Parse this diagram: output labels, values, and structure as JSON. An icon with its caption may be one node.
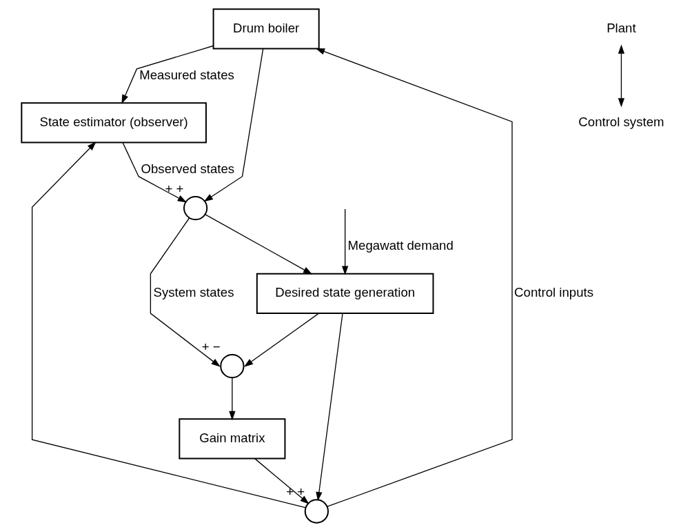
{
  "diagram": {
    "nodes": [
      {
        "text": [
          "Drum boiler"
        ]
      },
      {
        "text": [
          "State estimator (observer)"
        ]
      },
      {
        "text": [],
        "shape": "circle",
        "beside": [
          "+",
          "+"
        ]
      },
      {
        "text": [
          "Desired state generation"
        ]
      },
      {
        "text": [],
        "shape": "circle",
        "beside": [
          "+",
          "−"
        ]
      },
      {
        "text": [
          "Gain matrix"
        ]
      },
      {
        "text": [],
        "shape": "circle",
        "beside": [
          "+",
          "+"
        ]
      }
    ],
    "edges": [
      {
        "from": 0,
        "to": 1,
        "arrow": "to",
        "label": "Measured states"
      },
      {
        "from": 0,
        "to": 2,
        "arrow": "to"
      },
      {
        "from": 1,
        "to": 2,
        "arrow": "to",
        "label": "Observed states"
      },
      {
        "from": 2,
        "to": 4,
        "arrow": "to",
        "label": "System states"
      },
      {
        "from": 2,
        "to": 3,
        "arrow": "to"
      },
      {
        "from": 3,
        "to": 4,
        "arrow": "to"
      },
      {
        "from": 4,
        "to": 5,
        "arrow": "to"
      },
      {
        "from": 5,
        "to": 6,
        "arrow": "to"
      },
      {
        "from": 3,
        "to": 6,
        "arrow": "to"
      },
      {
        "from": 6,
        "to": 0,
        "arrow": "to",
        "label": "Control inputs"
      },
      {
        "from": 6,
        "to": 1,
        "arrow": "to"
      },
      {
        "from": null,
        "to": 3,
        "arrow": "to",
        "label": "Megawatt demand"
      }
    ],
    "labels": [
      "Plant",
      "Control system"
    ]
  }
}
